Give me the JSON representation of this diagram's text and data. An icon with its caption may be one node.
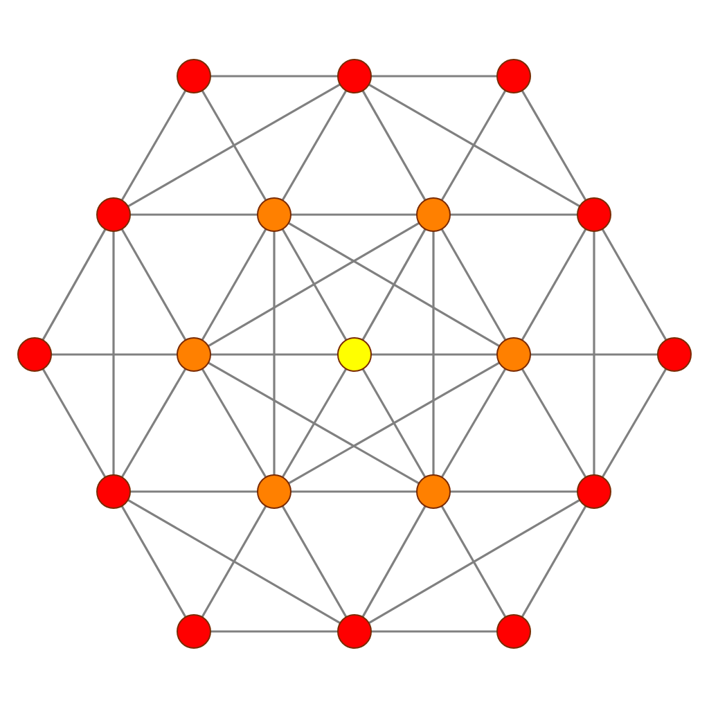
{
  "diagram": {
    "nodes": [
      {
        "text": [],
        "shape": "circle"
      },
      {
        "text": [],
        "shape": "circle"
      },
      {
        "text": [],
        "shape": "circle"
      },
      {
        "text": [],
        "shape": "circle"
      },
      {
        "text": [],
        "shape": "circle"
      },
      {
        "text": [],
        "shape": "circle"
      },
      {
        "text": [],
        "shape": "circle"
      },
      {
        "text": [],
        "shape": "circle"
      },
      {
        "text": [],
        "shape": "circle"
      },
      {
        "text": [],
        "shape": "circle"
      },
      {
        "text": [],
        "shape": "circle"
      },
      {
        "text": [],
        "shape": "circle"
      },
      {
        "text": [],
        "shape": "circle"
      },
      {
        "text": [],
        "shape": "circle"
      },
      {
        "text": [],
        "shape": "circle"
      },
      {
        "text": [],
        "shape": "circle"
      },
      {
        "text": [],
        "shape": "circle"
      },
      {
        "text": [],
        "shape": "circle"
      },
      {
        "text": [],
        "shape": "circle"
      }
    ],
    "edges": [
      {
        "from": 0,
        "to": 1,
        "arrow": "none"
      },
      {
        "from": 1,
        "to": 2,
        "arrow": "none"
      },
      {
        "from": 0,
        "to": 3,
        "arrow": "none"
      },
      {
        "from": 0,
        "to": 4,
        "arrow": "none"
      },
      {
        "from": 1,
        "to": 3,
        "arrow": "none"
      },
      {
        "from": 1,
        "to": 4,
        "arrow": "none"
      },
      {
        "from": 1,
        "to": 5,
        "arrow": "none"
      },
      {
        "from": 1,
        "to": 6,
        "arrow": "none"
      },
      {
        "from": 2,
        "to": 5,
        "arrow": "none"
      },
      {
        "from": 2,
        "to": 6,
        "arrow": "none"
      },
      {
        "from": 3,
        "to": 4,
        "arrow": "none"
      },
      {
        "from": 4,
        "to": 5,
        "arrow": "none"
      },
      {
        "from": 5,
        "to": 6,
        "arrow": "none"
      },
      {
        "from": 3,
        "to": 7,
        "arrow": "none"
      },
      {
        "from": 3,
        "to": 8,
        "arrow": "none"
      },
      {
        "from": 3,
        "to": 12,
        "arrow": "none"
      },
      {
        "from": 4,
        "to": 8,
        "arrow": "none"
      },
      {
        "from": 4,
        "to": 9,
        "arrow": "none"
      },
      {
        "from": 4,
        "to": 10,
        "arrow": "none"
      },
      {
        "from": 4,
        "to": 13,
        "arrow": "none"
      },
      {
        "from": 5,
        "to": 8,
        "arrow": "none"
      },
      {
        "from": 5,
        "to": 9,
        "arrow": "none"
      },
      {
        "from": 5,
        "to": 10,
        "arrow": "none"
      },
      {
        "from": 5,
        "to": 14,
        "arrow": "none"
      },
      {
        "from": 6,
        "to": 10,
        "arrow": "none"
      },
      {
        "from": 6,
        "to": 15,
        "arrow": "none"
      },
      {
        "from": 6,
        "to": 11,
        "arrow": "none"
      },
      {
        "from": 7,
        "to": 8,
        "arrow": "none"
      },
      {
        "from": 8,
        "to": 9,
        "arrow": "none"
      },
      {
        "from": 9,
        "to": 10,
        "arrow": "none"
      },
      {
        "from": 10,
        "to": 11,
        "arrow": "none"
      },
      {
        "from": 7,
        "to": 12,
        "arrow": "none"
      },
      {
        "from": 11,
        "to": 15,
        "arrow": "none"
      },
      {
        "from": 8,
        "to": 12,
        "arrow": "none"
      },
      {
        "from": 8,
        "to": 13,
        "arrow": "none"
      },
      {
        "from": 8,
        "to": 14,
        "arrow": "none"
      },
      {
        "from": 10,
        "to": 13,
        "arrow": "none"
      },
      {
        "from": 10,
        "to": 14,
        "arrow": "none"
      },
      {
        "from": 10,
        "to": 15,
        "arrow": "none"
      },
      {
        "from": 9,
        "to": 13,
        "arrow": "none"
      },
      {
        "from": 9,
        "to": 14,
        "arrow": "none"
      },
      {
        "from": 12,
        "to": 13,
        "arrow": "none"
      },
      {
        "from": 13,
        "to": 14,
        "arrow": "none"
      },
      {
        "from": 14,
        "to": 15,
        "arrow": "none"
      },
      {
        "from": 12,
        "to": 16,
        "arrow": "none"
      },
      {
        "from": 12,
        "to": 17,
        "arrow": "none"
      },
      {
        "from": 13,
        "to": 16,
        "arrow": "none"
      },
      {
        "from": 13,
        "to": 17,
        "arrow": "none"
      },
      {
        "from": 14,
        "to": 17,
        "arrow": "none"
      },
      {
        "from": 14,
        "to": 18,
        "arrow": "none"
      },
      {
        "from": 15,
        "to": 17,
        "arrow": "none"
      },
      {
        "from": 15,
        "to": 18,
        "arrow": "none"
      },
      {
        "from": 16,
        "to": 17,
        "arrow": "none"
      },
      {
        "from": 17,
        "to": 18,
        "arrow": "none"
      }
    ]
  }
}
